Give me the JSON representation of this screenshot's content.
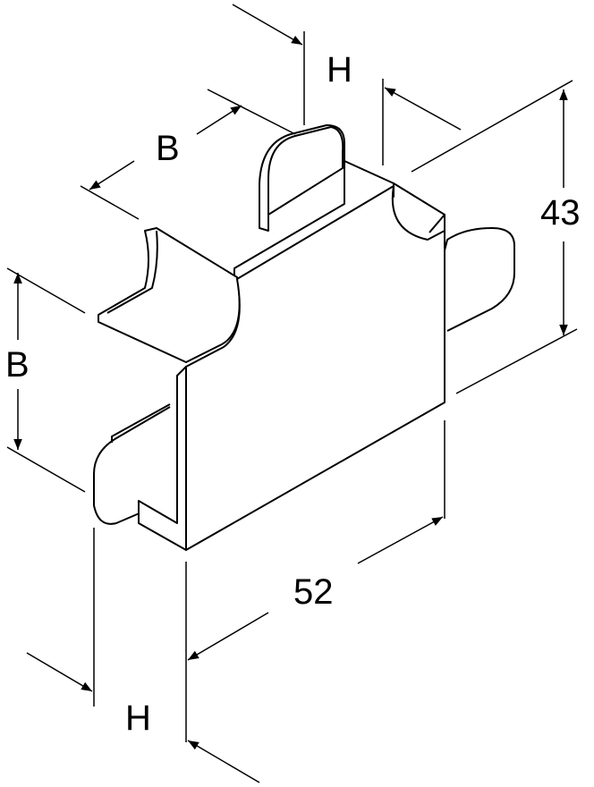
{
  "labels": {
    "h_top": "H",
    "b_top": "B",
    "height_43": "43",
    "b_left": "B",
    "width_52": "52",
    "h_bottom": "H"
  }
}
